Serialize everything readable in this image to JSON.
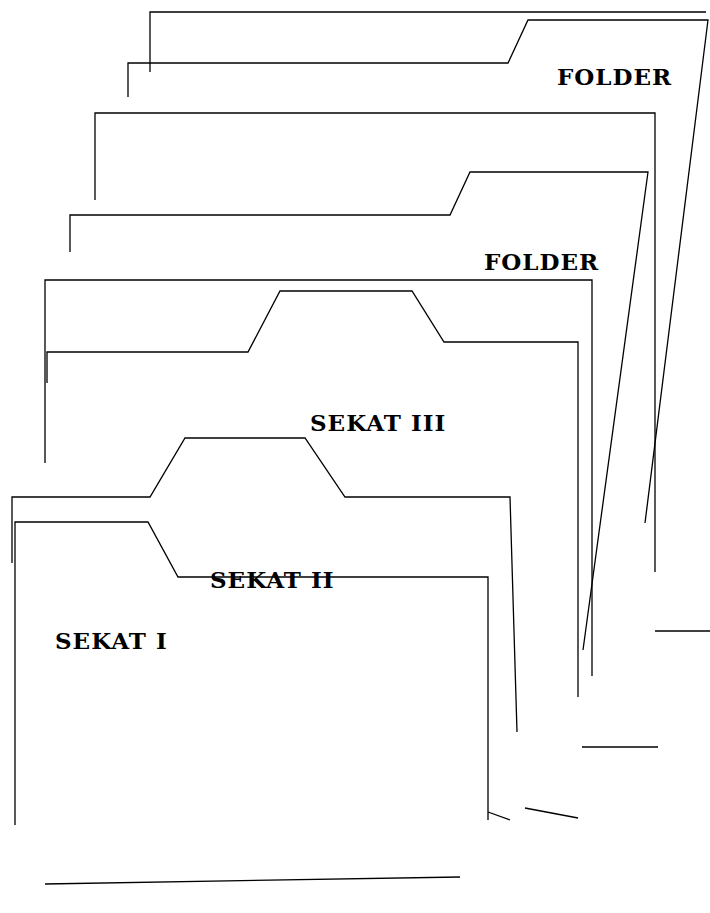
{
  "diagram": {
    "labels": [
      "FOLDER",
      "FOLDER",
      "SEKAT III",
      "SEKAT II",
      "SEKAT I"
    ]
  }
}
